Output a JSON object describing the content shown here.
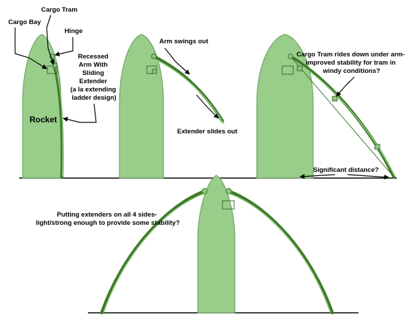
{
  "colors": {
    "rocket_fill": "#98ce8a",
    "rocket_stroke": "#6ea363",
    "arm_dark": "#3d7a2b",
    "arm_light": "#8cc67c",
    "ground": "#000000",
    "text": "#000000"
  },
  "panel1": {
    "label_cargo_bay": "Cargo Bay",
    "label_cargo_tram": "Cargo Tram",
    "label_hinge": "Hinge",
    "label_arm": [
      "Recessed",
      "Arm With",
      "Sliding",
      "Extender",
      "(a la extending",
      "ladder design)"
    ],
    "label_rocket": "Rocket"
  },
  "panel2": {
    "label_swing": "Arm swings out",
    "label_extender": "Extender slides out"
  },
  "panel3": {
    "label_tram": [
      "Cargo Tram rides down under arm-",
      "improved stability for tram in",
      "windy conditions?"
    ],
    "label_distance": "Significant distance?"
  },
  "panel4": {
    "label_sides": [
      "Putting extenders on all 4 sides-",
      "light/strong enough to provide some stability?"
    ]
  }
}
